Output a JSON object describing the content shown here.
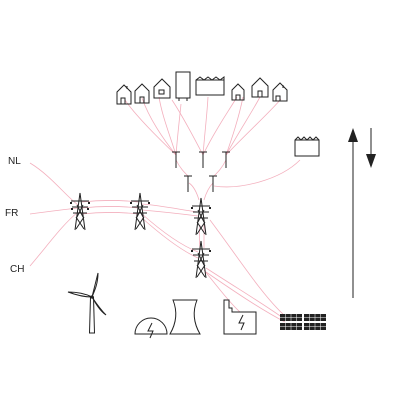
{
  "diagram": {
    "country_labels": [
      "NL",
      "FR",
      "CH"
    ],
    "colors": {
      "ink": "#222222",
      "wire": "#f2a6b6",
      "background": "#ffffff"
    },
    "icons": [
      "house-icon",
      "house-icon",
      "house-icon",
      "house-icon",
      "apartment-building-icon",
      "factory-icon",
      "house-icon",
      "house-icon",
      "house-icon",
      "distribution-pole-icon",
      "transmission-tower-icon",
      "industrial-plant-icon",
      "wind-turbine-icon",
      "hydro-dam-icon",
      "cooling-tower-icon",
      "power-plant-icon",
      "solar-panel-icon",
      "up-arrow-icon",
      "down-arrow-icon"
    ]
  }
}
